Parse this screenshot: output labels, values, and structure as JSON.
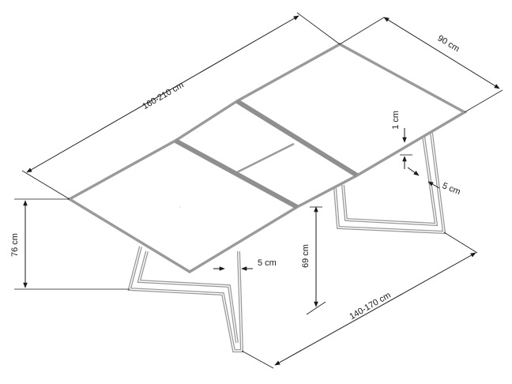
{
  "dimensions": {
    "length": "160-210 cm",
    "width": "90 cm",
    "height": "76 cm",
    "leg_clearance": "69 cm",
    "base_length": "140-170 cm",
    "top_thickness": "1 cm",
    "frame_width_right": "5 cm",
    "frame_width_front": "5 cm"
  },
  "colors": {
    "frame": "#9a9a9a",
    "dimension_lines": "#1a1a1a",
    "background": "#ffffff"
  }
}
